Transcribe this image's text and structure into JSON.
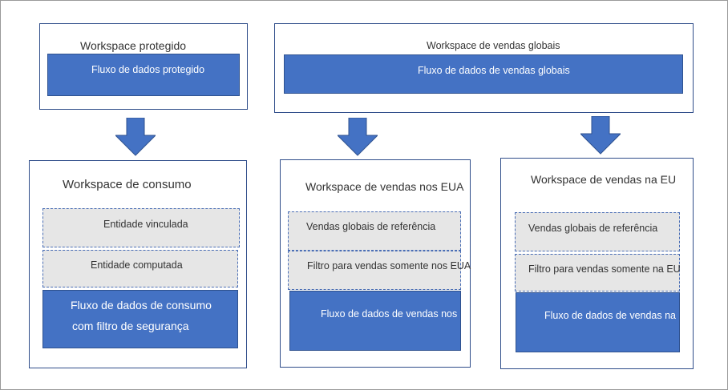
{
  "top": {
    "protected": {
      "title": "Workspace protegido",
      "flow": "Fluxo de dados protegido"
    },
    "global": {
      "title": "Workspace de vendas globais",
      "flow": "Fluxo de dados de vendas globais"
    }
  },
  "bottom": {
    "consumption": {
      "title": "Workspace de consumo",
      "linked": "Entidade vinculada",
      "computed": "Entidade computada",
      "flow_line1": "Fluxo de dados de consumo",
      "flow_line2": "com filtro de segurança"
    },
    "usa": {
      "title": "Workspace de vendas nos EUA",
      "reference": "Vendas globais de referência",
      "filter": "Filtro para vendas somente nos EUA",
      "flow": "Fluxo de dados de vendas nos EUA"
    },
    "eu": {
      "title": "Workspace de vendas na EU",
      "reference": "Vendas globais de referência",
      "filter": "Filtro para vendas somente na EU",
      "flow": "Fluxo de dados de vendas na EU"
    }
  },
  "colors": {
    "flow_fill": "#4472c4",
    "entity_fill": "#e6e6e6",
    "border": "#2f4d8a"
  }
}
